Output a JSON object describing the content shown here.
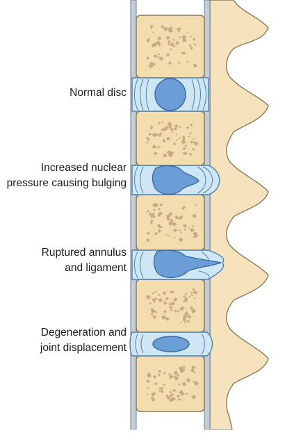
{
  "labels": {
    "normal": [
      "Normal disc"
    ],
    "bulging": [
      "Increased nuclear",
      "pressure causing bulging"
    ],
    "ruptured": [
      "Ruptured annulus",
      "and ligament"
    ],
    "degeneration": [
      "Degeneration and",
      "joint displacement"
    ]
  },
  "colors": {
    "bone": "#f3dcae",
    "bone_outline": "#8a7a5a",
    "trabecula": "#c9a886",
    "annulus": "#cfe6f5",
    "annulus_line": "#4f7fae",
    "nucleus": "#6b9ed6",
    "process": "#f6e3bd",
    "ligament": "#c3cdd8"
  }
}
